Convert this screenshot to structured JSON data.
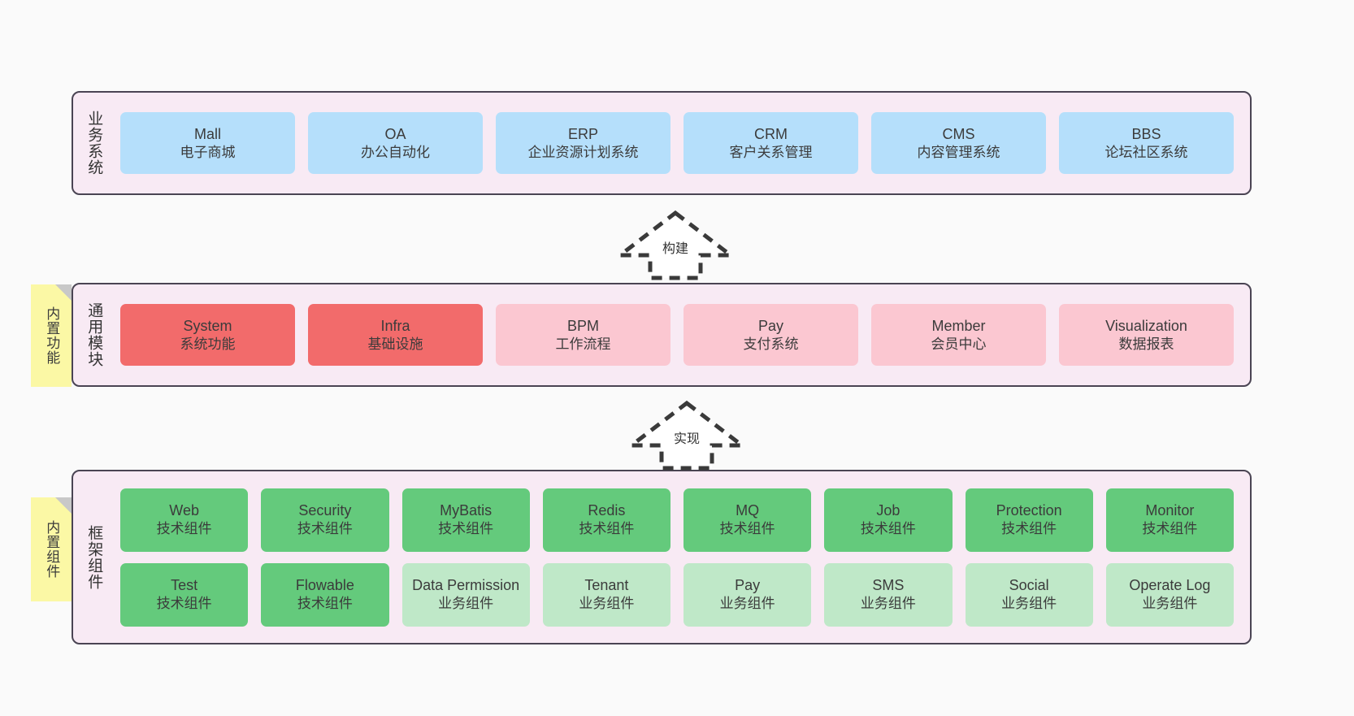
{
  "layers": [
    {
      "id": "business",
      "label": "业务系统",
      "cards": [
        {
          "en": "Mall",
          "cn": "电子商城",
          "color": "blue"
        },
        {
          "en": "OA",
          "cn": "办公自动化",
          "color": "blue"
        },
        {
          "en": "ERP",
          "cn": "企业资源计划系统",
          "color": "blue"
        },
        {
          "en": "CRM",
          "cn": "客户关系管理",
          "color": "blue"
        },
        {
          "en": "CMS",
          "cn": "内容管理系统",
          "color": "blue"
        },
        {
          "en": "BBS",
          "cn": "论坛社区系统",
          "color": "blue"
        }
      ]
    },
    {
      "id": "common",
      "label": "通用模块",
      "sticky": "内置功能",
      "cards": [
        {
          "en": "System",
          "cn": "系统功能",
          "color": "red"
        },
        {
          "en": "Infra",
          "cn": "基础设施",
          "color": "red"
        },
        {
          "en": "BPM",
          "cn": "工作流程",
          "color": "pink"
        },
        {
          "en": "Pay",
          "cn": "支付系统",
          "color": "pink"
        },
        {
          "en": "Member",
          "cn": "会员中心",
          "color": "pink"
        },
        {
          "en": "Visualization",
          "cn": "数据报表",
          "color": "pink"
        }
      ]
    },
    {
      "id": "framework",
      "label": "框架组件",
      "sticky": "内置组件",
      "rows": [
        [
          {
            "en": "Web",
            "cn": "技术组件",
            "color": "green"
          },
          {
            "en": "Security",
            "cn": "技术组件",
            "color": "green"
          },
          {
            "en": "MyBatis",
            "cn": "技术组件",
            "color": "green"
          },
          {
            "en": "Redis",
            "cn": "技术组件",
            "color": "green"
          },
          {
            "en": "MQ",
            "cn": "技术组件",
            "color": "green"
          },
          {
            "en": "Job",
            "cn": "技术组件",
            "color": "green"
          },
          {
            "en": "Protection",
            "cn": "技术组件",
            "color": "green"
          },
          {
            "en": "Monitor",
            "cn": "技术组件",
            "color": "green"
          }
        ],
        [
          {
            "en": "Test",
            "cn": "技术组件",
            "color": "green"
          },
          {
            "en": "Flowable",
            "cn": "技术组件",
            "color": "green"
          },
          {
            "en": "Data Permission",
            "cn": "业务组件",
            "color": "lgreen"
          },
          {
            "en": "Tenant",
            "cn": "业务组件",
            "color": "lgreen"
          },
          {
            "en": "Pay",
            "cn": "业务组件",
            "color": "lgreen"
          },
          {
            "en": "SMS",
            "cn": "业务组件",
            "color": "lgreen"
          },
          {
            "en": "Social",
            "cn": "业务组件",
            "color": "lgreen"
          },
          {
            "en": "Operate Log",
            "cn": "业务组件",
            "color": "lgreen"
          }
        ]
      ]
    }
  ],
  "arrows": {
    "build": "构建",
    "implement": "实现"
  },
  "colors": {
    "background": "#fafafa",
    "band_fill": "#f8eaf4",
    "band_border": "#4a4453",
    "blue": "#b5dffb",
    "red": "#f26b6b",
    "pink": "#fbc7d1",
    "green": "#64ca7c",
    "light_green": "#bfe8c8",
    "sticky_yellow": "#fbf8a5",
    "sticky_fold": "#c8c8c8",
    "text": "#3b3b3b"
  }
}
